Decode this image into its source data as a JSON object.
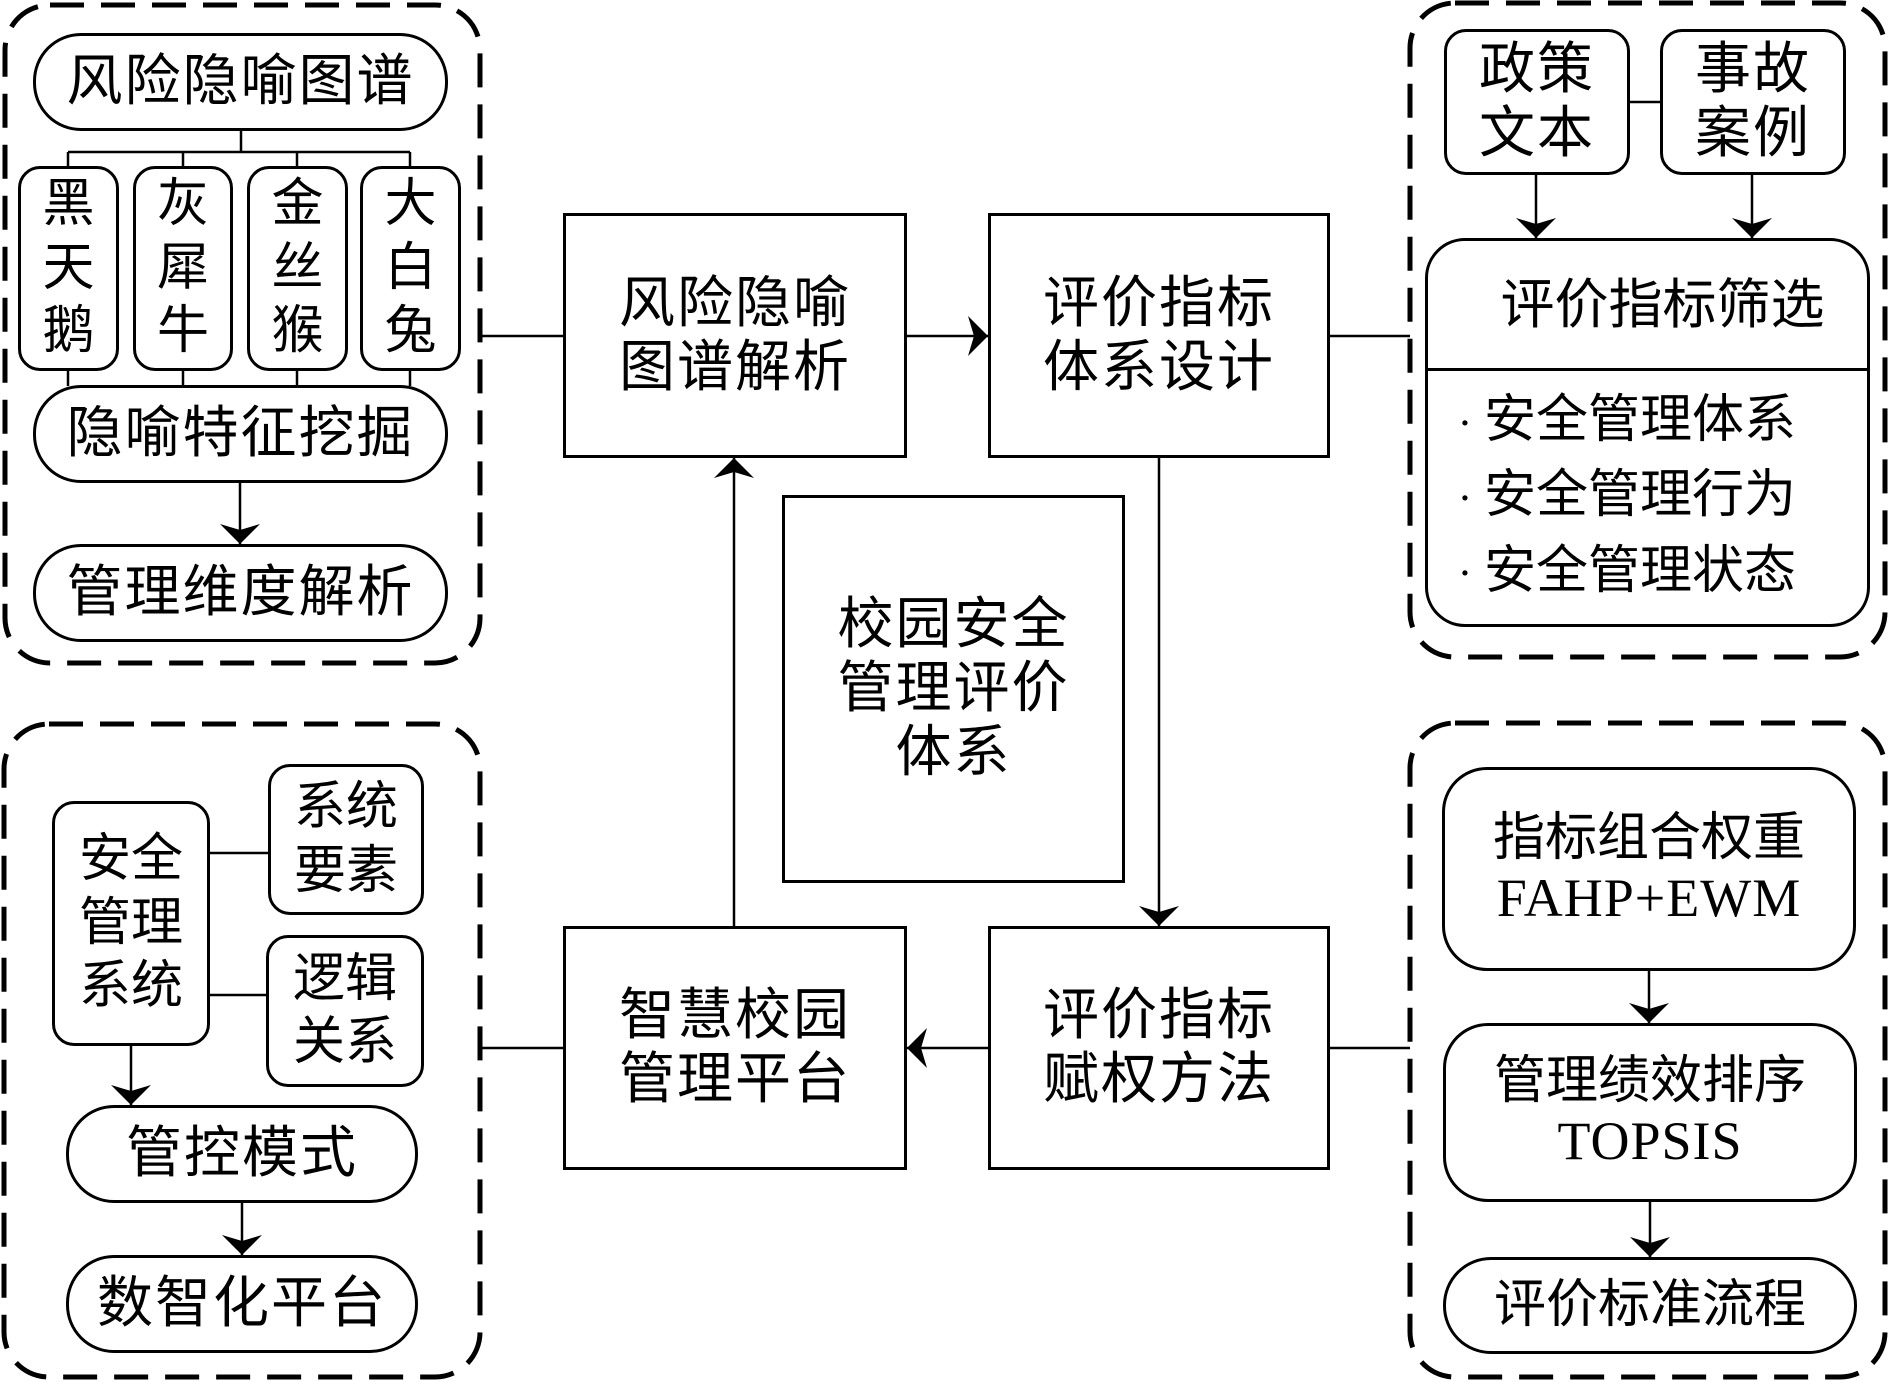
{
  "diagram": {
    "center": {
      "lines": [
        "校园安全",
        "管理评价",
        "体系"
      ]
    },
    "main_nodes": {
      "metaphor_analysis": {
        "lines": [
          "风险隐喻",
          "图谱解析"
        ]
      },
      "indicator_design": {
        "lines": [
          "评价指标",
          "体系设计"
        ]
      },
      "weighting_method": {
        "lines": [
          "评价指标",
          "赋权方法"
        ]
      },
      "smart_platform": {
        "lines": [
          "智慧校园",
          "管理平台"
        ]
      }
    },
    "group_top_left": {
      "header": "风险隐喻图谱",
      "metaphors": [
        {
          "chars": [
            "黑",
            "天",
            "鹅"
          ]
        },
        {
          "chars": [
            "灰",
            "犀",
            "牛"
          ]
        },
        {
          "chars": [
            "金",
            "丝",
            "猴"
          ]
        },
        {
          "chars": [
            "大",
            "白",
            "兔"
          ]
        }
      ],
      "mining": "隐喻特征挖掘",
      "dimension": "管理维度解析"
    },
    "group_top_right": {
      "sources": [
        {
          "lines": [
            "政策",
            "文本"
          ]
        },
        {
          "lines": [
            "事故",
            "案例"
          ]
        }
      ],
      "screening_title": "评价指标筛选",
      "bullet_symbol": "·",
      "screening_items": [
        "安全管理体系",
        "安全管理行为",
        "安全管理状态"
      ]
    },
    "group_bottom_right": {
      "combined_weight": {
        "lines": [
          "指标组合权重",
          "FAHP+EWM"
        ]
      },
      "ranking": {
        "lines": [
          "管理绩效排序",
          "TOPSIS"
        ]
      },
      "standard_flow": "评价标准流程"
    },
    "group_bottom_left": {
      "system": {
        "chars": [
          "安全",
          "管理",
          "系统"
        ]
      },
      "elements": {
        "lines": [
          "系统",
          "要素"
        ]
      },
      "relations": {
        "lines": [
          "逻辑",
          "关系"
        ]
      },
      "control_mode": "管控模式",
      "digital_platform": "数智化平台"
    }
  }
}
